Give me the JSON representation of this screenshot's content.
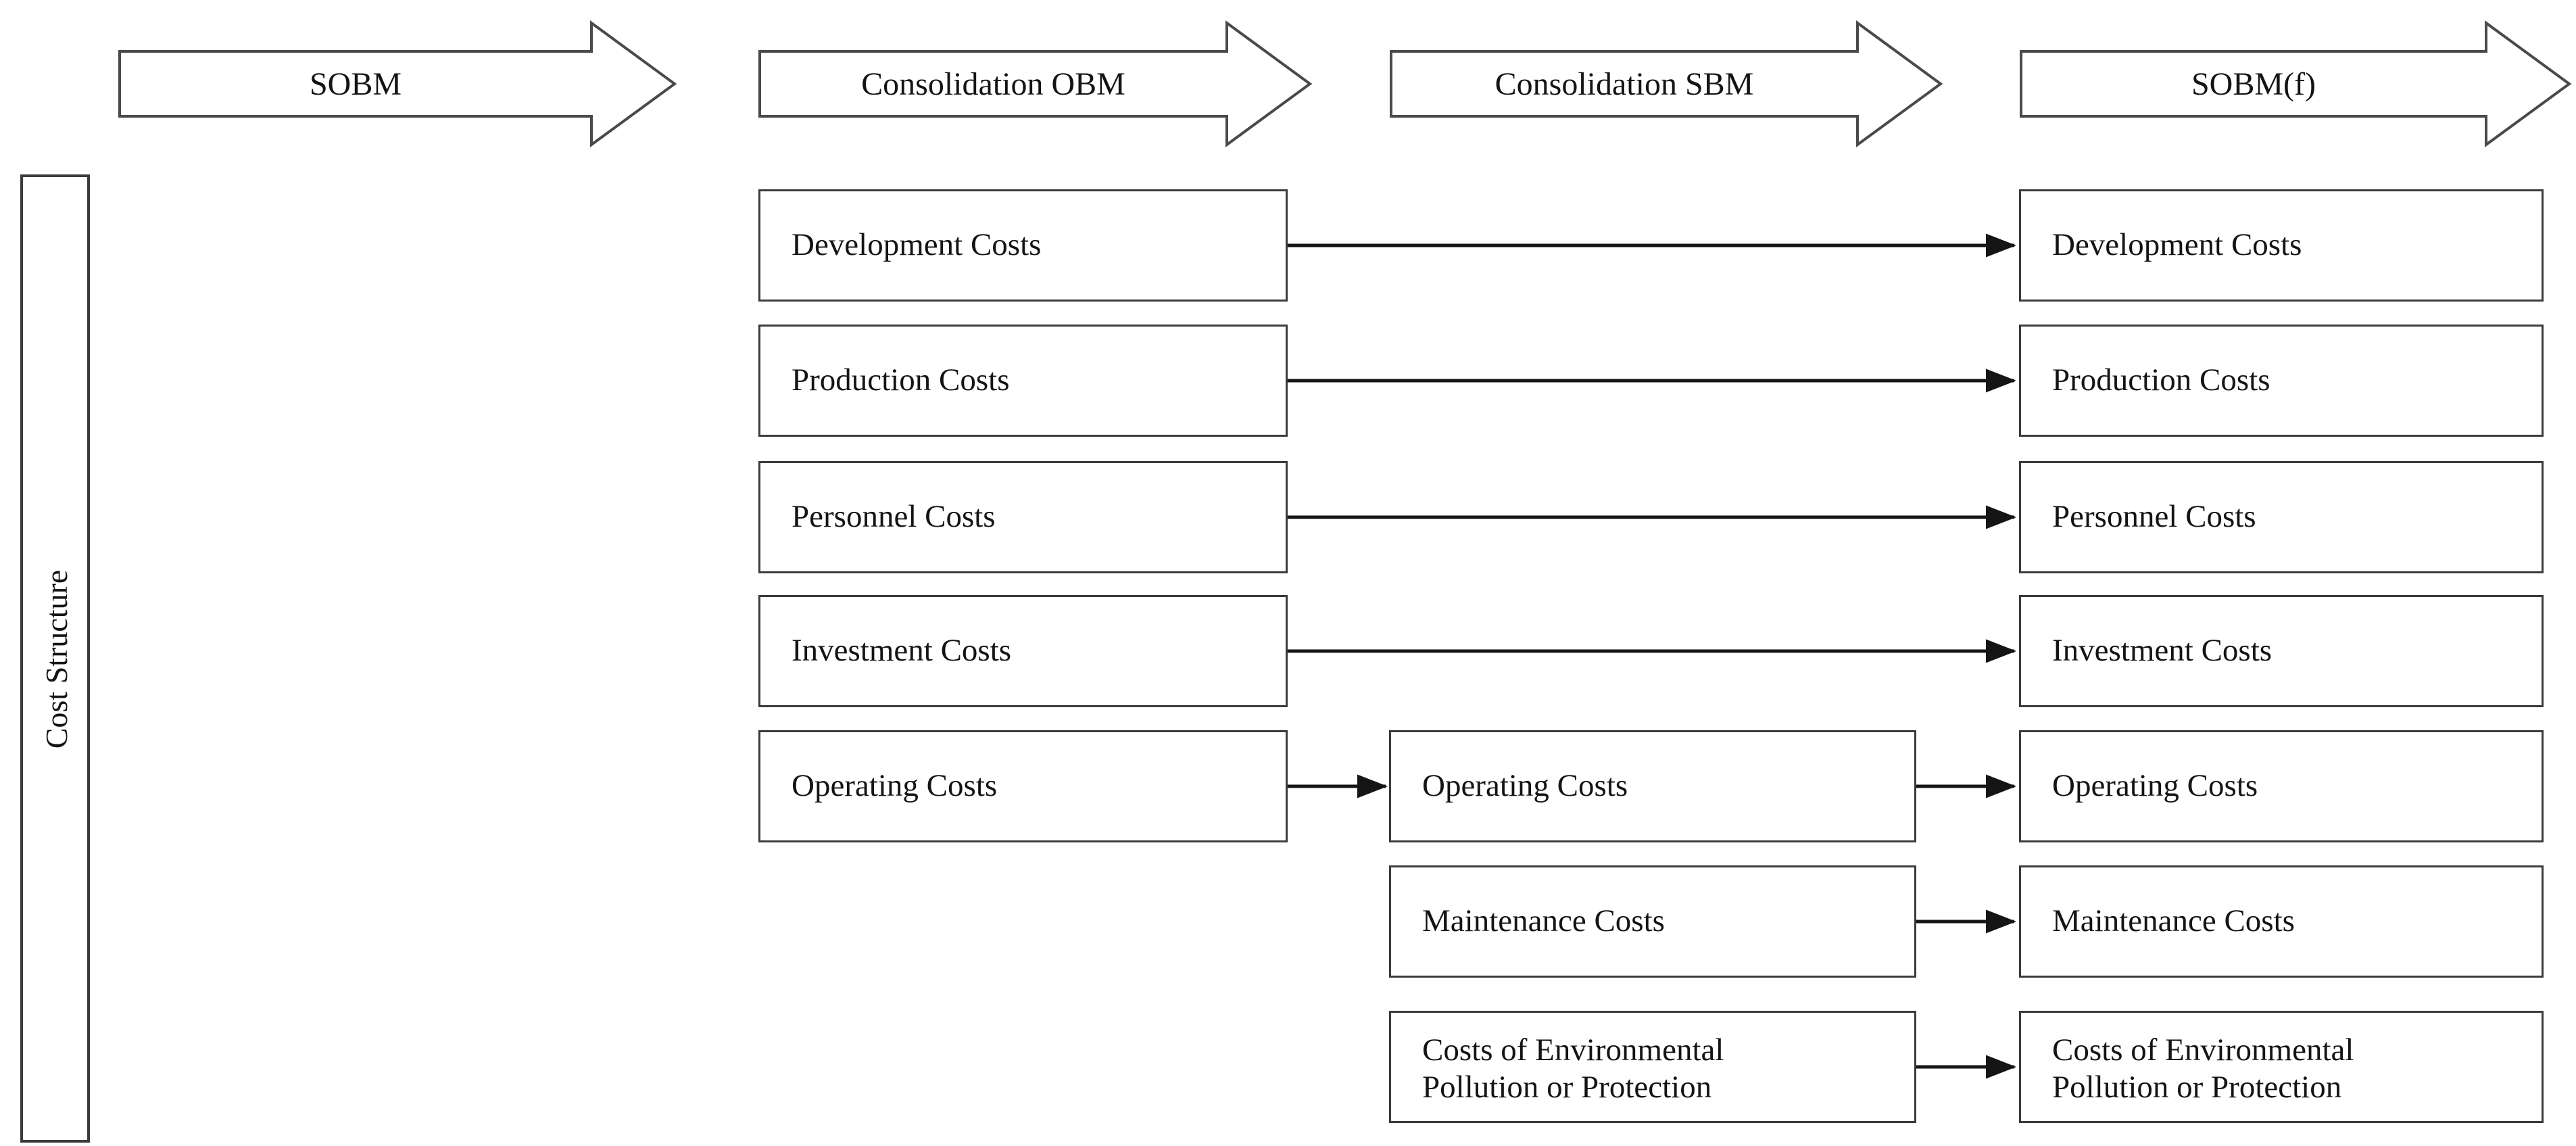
{
  "figure": {
    "orientation": "left-to-right transformation diagram",
    "background_color": "#ffffff",
    "line_color": "#3b3b3b",
    "text_color": "#141414"
  },
  "side_band": {
    "label": "Cost Structure"
  },
  "columns": [
    {
      "id": "sobm",
      "header": "SOBM"
    },
    {
      "id": "consolidation_obm",
      "header": "Consolidation OBM"
    },
    {
      "id": "consolidation_sbm",
      "header": "Consolidation SBM"
    },
    {
      "id": "sobm_f",
      "header": "SOBM(f)"
    }
  ],
  "nodes": {
    "consolidation_obm": [
      {
        "label": "Development Costs"
      },
      {
        "label": "Production Costs"
      },
      {
        "label": "Personnel Costs"
      },
      {
        "label": "Investment Costs"
      },
      {
        "label": "Operating Costs"
      }
    ],
    "consolidation_sbm": [
      {
        "label": "Operating Costs"
      },
      {
        "label": "Maintenance Costs"
      },
      {
        "label": "Costs of Environmental\nPollution or Protection"
      }
    ],
    "sobm_f": [
      {
        "label": "Development Costs"
      },
      {
        "label": "Production Costs"
      },
      {
        "label": "Personnel Costs"
      },
      {
        "label": "Investment Costs"
      },
      {
        "label": "Operating Costs"
      },
      {
        "label": "Maintenance Costs"
      },
      {
        "label": "Costs of Environmental\nPollution or Protection"
      }
    ]
  },
  "connections": [
    {
      "from": "consolidation_obm.Development Costs",
      "to": "sobm_f.Development Costs"
    },
    {
      "from": "consolidation_obm.Production Costs",
      "to": "sobm_f.Production Costs"
    },
    {
      "from": "consolidation_obm.Personnel Costs",
      "to": "sobm_f.Personnel Costs"
    },
    {
      "from": "consolidation_obm.Investment Costs",
      "to": "sobm_f.Investment Costs"
    },
    {
      "from": "consolidation_obm.Operating Costs",
      "to": "consolidation_sbm.Operating Costs"
    },
    {
      "from": "consolidation_sbm.Operating Costs",
      "to": "sobm_f.Operating Costs"
    },
    {
      "from": "consolidation_sbm.Maintenance Costs",
      "to": "sobm_f.Maintenance Costs"
    },
    {
      "from": "consolidation_sbm.Costs of Environmental Pollution or Protection",
      "to": "sobm_f.Costs of Environmental Pollution or Protection"
    }
  ]
}
